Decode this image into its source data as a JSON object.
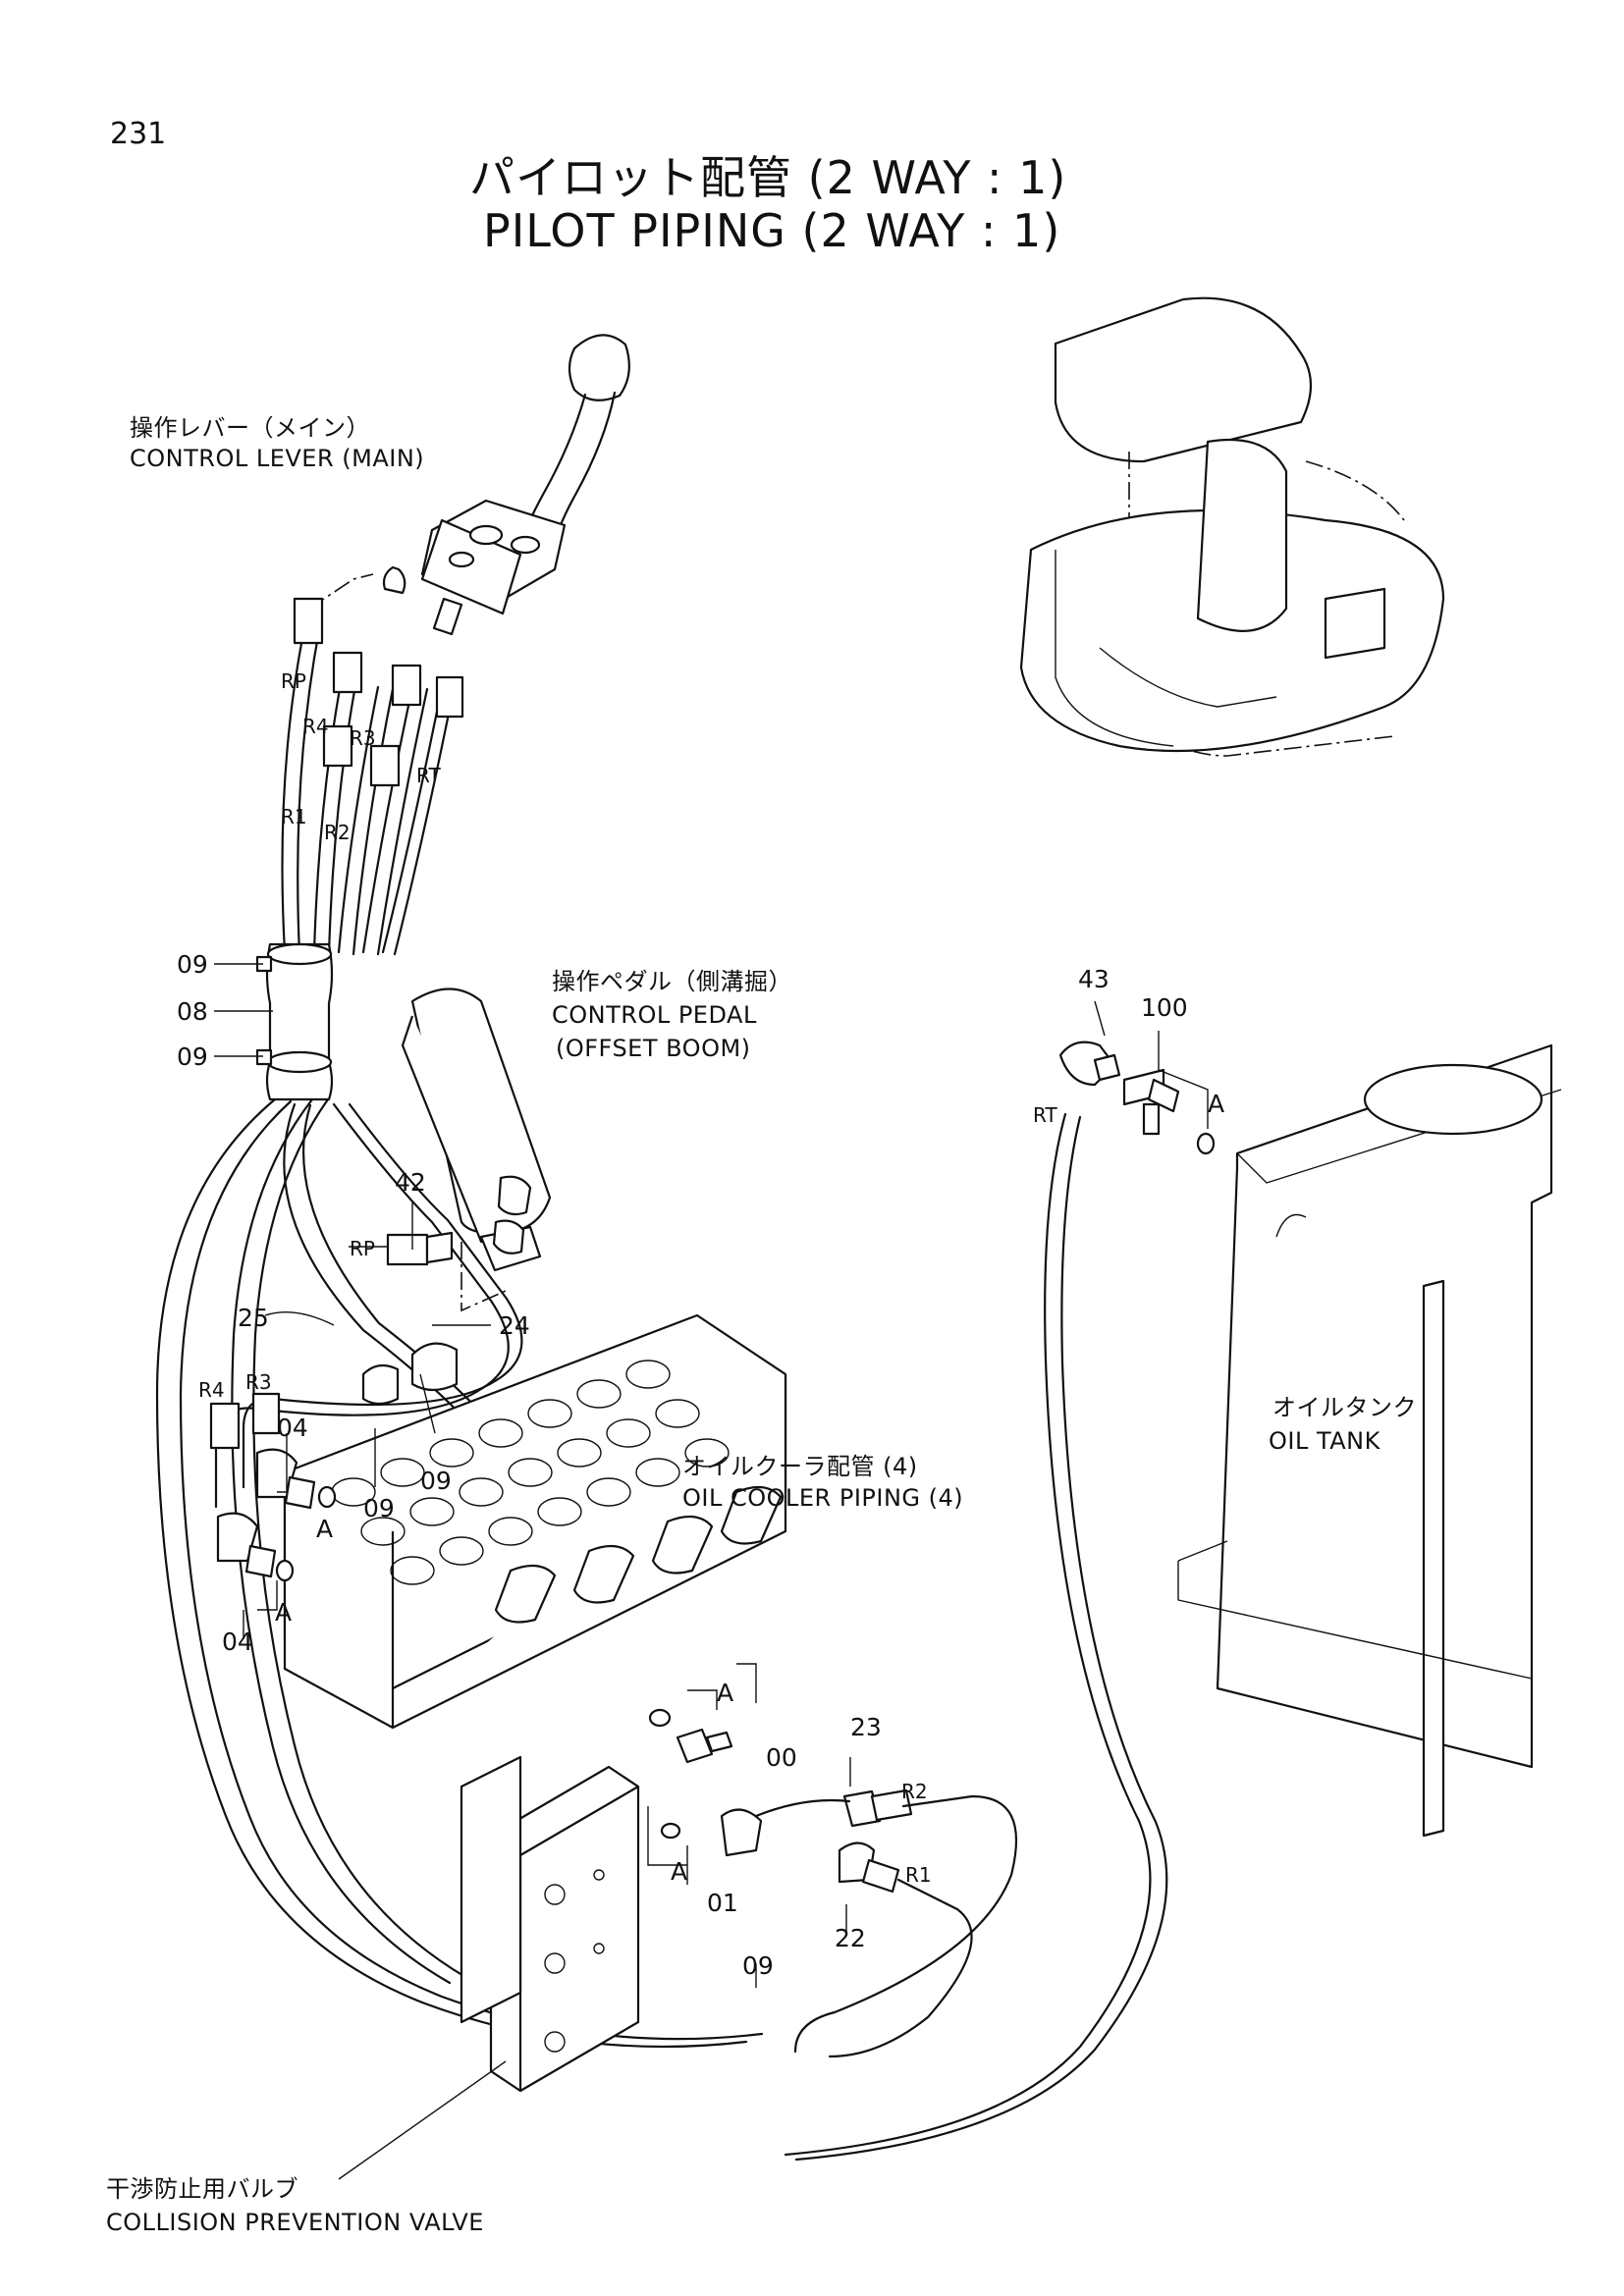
{
  "page_number": "231",
  "title_jp": "パイロット配管 (2 WAY : 1)",
  "title_en": "PILOT PIPING (2 WAY : 1)",
  "components": {
    "control_lever": {
      "jp": "操作レバー（メイン）",
      "en": "CONTROL LEVER (MAIN)"
    },
    "control_pedal": {
      "jp": "操作ペダル（側溝掘）",
      "en": "CONTROL PEDAL",
      "en2": "(OFFSET BOOM)"
    },
    "oil_cooler": {
      "jp": "オイルクーラ配管 (4)",
      "en": "OIL COOLER PIPING (4)"
    },
    "oil_tank": {
      "jp": "オイルタンク",
      "en": "OIL TANK"
    },
    "collision_valve": {
      "jp": "干渉防止用バルブ",
      "en": "COLLISION PREVENTION VALVE"
    }
  },
  "part_numbers": [
    "09",
    "08",
    "09",
    "42",
    "25",
    "24",
    "04",
    "09",
    "09",
    "04",
    "43",
    "100",
    "00",
    "23",
    "01",
    "22",
    "09"
  ],
  "port_labels": [
    "RP",
    "R4",
    "R3",
    "RT",
    "R1",
    "R2",
    "RP",
    "R4",
    "R3",
    "RT",
    "R2",
    "R1"
  ],
  "detail_marks": [
    "A",
    "A",
    "A",
    "A",
    "A"
  ]
}
